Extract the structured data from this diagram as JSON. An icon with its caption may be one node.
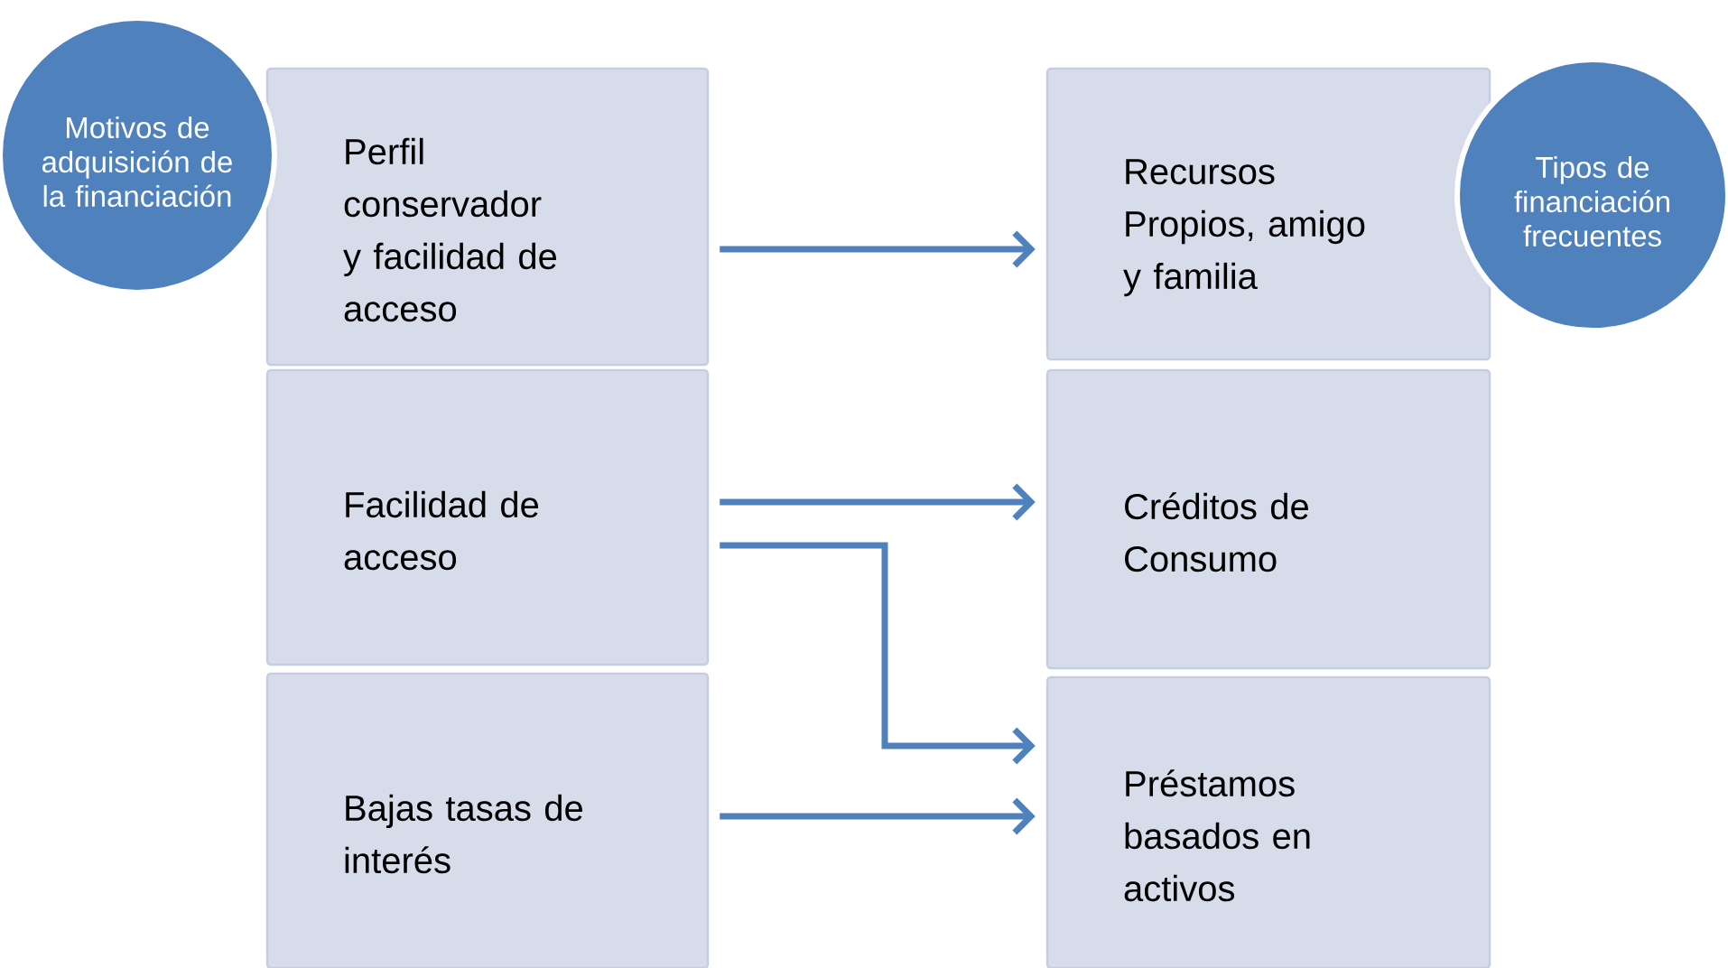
{
  "diagram": {
    "nodes": [
      {
        "text": [
          "Motivos de adquisición de la financiación"
        ]
      },
      {
        "text": [
          "Perfil conservador y facilidad de acceso"
        ]
      },
      {
        "text": [
          "Recursos Propios, amigo y familia"
        ]
      },
      {
        "text": [
          "Tipos de financiación frecuentes"
        ]
      },
      {
        "text": [
          "Facilidad de acceso"
        ]
      },
      {
        "text": [
          "Créditos de Consumo"
        ]
      },
      {
        "text": [
          "Bajas tasas de interés"
        ]
      },
      {
        "text": [
          "Préstamos basados en activos"
        ]
      }
    ],
    "edges": [
      {
        "from": 1,
        "to": 2,
        "arrow": "to"
      },
      {
        "from": 4,
        "to": 5,
        "arrow": "to"
      },
      {
        "from": 4,
        "to": 7,
        "arrow": "to"
      },
      {
        "from": 6,
        "to": 7,
        "arrow": "to"
      }
    ]
  }
}
